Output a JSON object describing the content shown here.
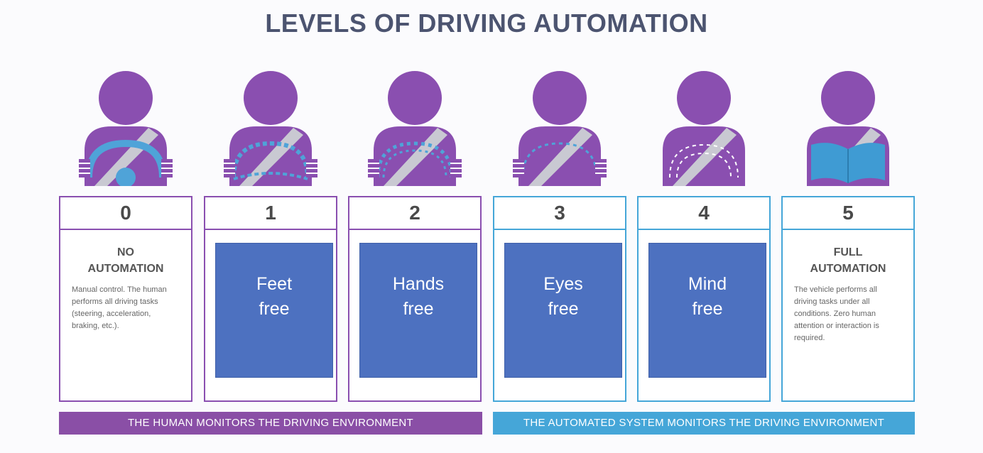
{
  "title": "LEVELS OF DRIVING AUTOMATION",
  "colors": {
    "human": "#8a4fa6",
    "system": "#45a6d8",
    "overlay": "#4d71c0",
    "icon": "#8a4fb0"
  },
  "levels": [
    {
      "number": "0",
      "name_line1": "NO",
      "name_line2": "AUTOMATION",
      "description": "Manual control. The human performs all driving tasks (steering, acceleration, braking, etc.).",
      "icon": "driver-hands-on-wheel-icon"
    },
    {
      "number": "1",
      "overlay_line1": "Feet",
      "overlay_line2": "free",
      "icon": "driver-assist-wheel-icon"
    },
    {
      "number": "2",
      "overlay_line1": "Hands",
      "overlay_line2": "free",
      "icon": "driver-partial-wheel-icon"
    },
    {
      "number": "3",
      "overlay_line1": "Eyes",
      "overlay_line2": "free",
      "icon": "driver-conditional-wheel-icon"
    },
    {
      "number": "4",
      "overlay_line1": "Mind",
      "overlay_line2": "free",
      "icon": "driver-high-automation-icon"
    },
    {
      "number": "5",
      "name_line1": "FULL",
      "name_line2": "AUTOMATION",
      "description": "The vehicle performs all driving tasks under all conditions. Zero human attention or interaction is required.",
      "icon": "person-reading-book-icon"
    }
  ],
  "bands": {
    "human": "THE HUMAN MONITORS THE DRIVING ENVIRONMENT",
    "system": "THE AUTOMATED SYSTEM MONITORS THE DRIVING ENVIRONMENT"
  }
}
